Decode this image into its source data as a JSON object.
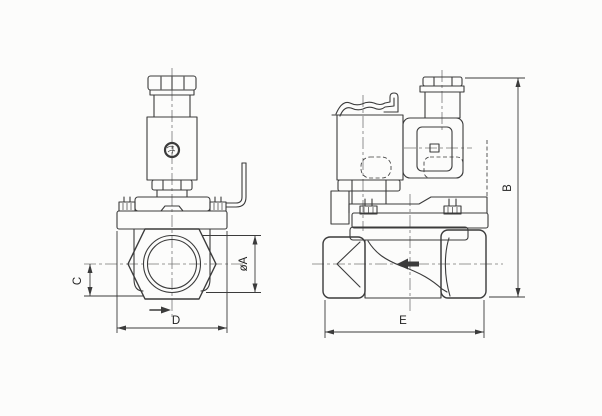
{
  "labels": {
    "a": "øA",
    "b": "B",
    "c": "C",
    "d": "D",
    "e": "E"
  },
  "colors": {
    "line-color": "#3b3b3b",
    "centerline-color": "#767676",
    "dim-color": "#3b3b3b",
    "label-color": "#1f1f1f",
    "background": "#fcfcfb"
  }
}
